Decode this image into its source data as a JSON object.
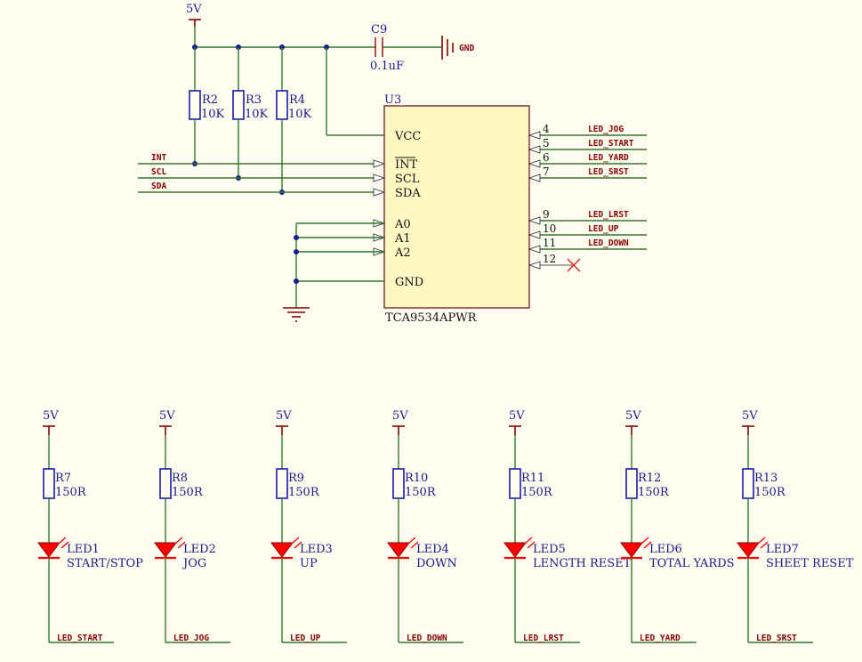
{
  "power": {
    "vcc": "5V",
    "gnd": "GND"
  },
  "pullups": [
    {
      "ref": "R2",
      "value": "10K"
    },
    {
      "ref": "R3",
      "value": "10K"
    },
    {
      "ref": "R4",
      "value": "10K"
    }
  ],
  "cap": {
    "ref": "C9",
    "value": "0.1uF"
  },
  "ic": {
    "ref": "U3",
    "part": "TCA9534APWR",
    "left_pins": [
      "VCC",
      "INT",
      "SCL",
      "SDA",
      "A0",
      "A1",
      "A2",
      "GND"
    ],
    "right_pins": [
      {
        "num": "4",
        "net": "LED_JOG"
      },
      {
        "num": "5",
        "net": "LED_START"
      },
      {
        "num": "6",
        "net": "LED_YARD"
      },
      {
        "num": "7",
        "net": "LED_SRST"
      },
      {
        "num": "9",
        "net": "LED_LRST"
      },
      {
        "num": "10",
        "net": "LED_UP"
      },
      {
        "num": "11",
        "net": "LED_DOWN"
      },
      {
        "num": "12",
        "net": ""
      }
    ]
  },
  "bus_nets": [
    "INT",
    "SCL",
    "SDA"
  ],
  "led_channels": [
    {
      "supply": "5V",
      "res_ref": "R7",
      "res_val": "150R",
      "led_ref": "LED1",
      "label": "START/STOP",
      "net": "LED_START"
    },
    {
      "supply": "5V",
      "res_ref": "R8",
      "res_val": "150R",
      "led_ref": "LED2",
      "label": "JOG",
      "net": "LED_JOG"
    },
    {
      "supply": "5V",
      "res_ref": "R9",
      "res_val": "150R",
      "led_ref": "LED3",
      "label": "UP",
      "net": "LED_UP"
    },
    {
      "supply": "5V",
      "res_ref": "R10",
      "res_val": "150R",
      "led_ref": "LED4",
      "label": "DOWN",
      "net": "LED_DOWN"
    },
    {
      "supply": "5V",
      "res_ref": "R11",
      "res_val": "150R",
      "led_ref": "LED5",
      "label": "LENGTH RESET",
      "net": "LED_LRST"
    },
    {
      "supply": "5V",
      "res_ref": "R12",
      "res_val": "150R",
      "led_ref": "LED6",
      "label": "TOTAL YARDS",
      "net": "LED_YARD"
    },
    {
      "supply": "5V",
      "res_ref": "R13",
      "res_val": "150R",
      "led_ref": "LED7",
      "label": "SHEET RESET",
      "net": "LED_SRST"
    }
  ]
}
